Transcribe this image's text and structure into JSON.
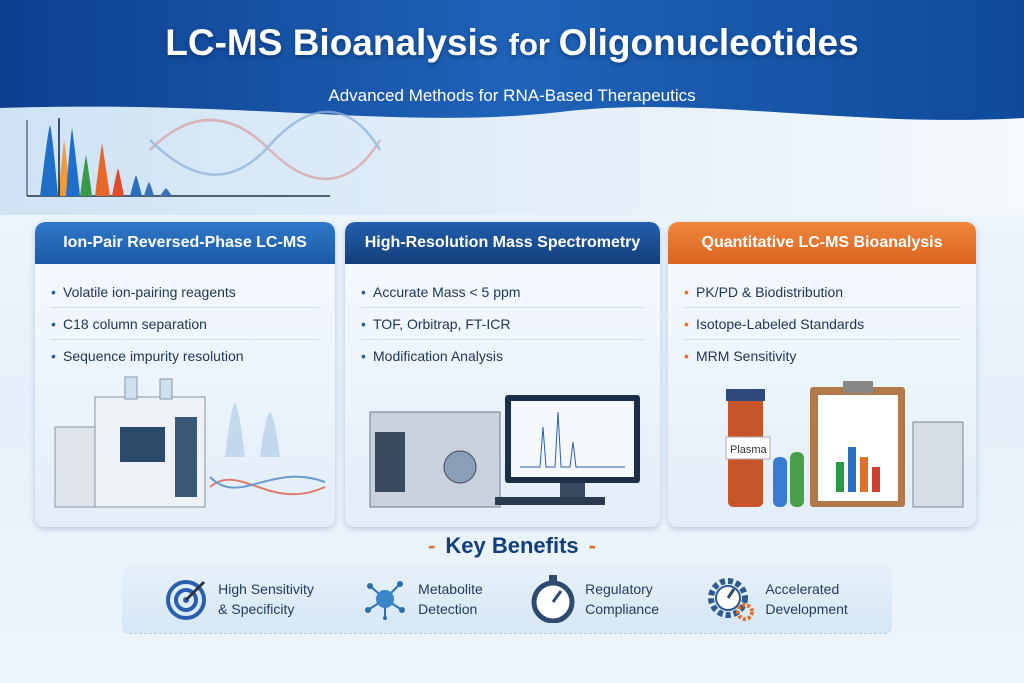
{
  "header": {
    "title_part1": "LC-MS Bioanalysis ",
    "title_part2": "for ",
    "title_part3": "Oligonucleotides",
    "subtitle": "Advanced Methods for RNA-Based Therapeutics"
  },
  "colors": {
    "primary": "#1f5fae",
    "accent": "#e0702a",
    "dark": "#143e7a"
  },
  "cards": [
    {
      "title": "Ion-Pair Reversed-Phase LC-MS",
      "bullets": [
        "Volatile ion-pairing reagents",
        "C18 column separation",
        "Sequence impurity resolution"
      ]
    },
    {
      "title": "High-Resolution Mass Spectrometry",
      "bullets": [
        "Accurate Mass < 5 ppm",
        "TOF, Orbitrap, FT-ICR",
        "Modification Analysis"
      ]
    },
    {
      "title": "Quantitative LC-MS Bioanalysis",
      "bullets": [
        "PK/PD & Biodistribution",
        "Isotope-Labeled Standards",
        "MRM Sensitivity"
      ],
      "vial_label": "Plasma"
    }
  ],
  "benefits": {
    "title": "Key Benefits",
    "items": [
      {
        "icon": "target-icon",
        "line1": "High Sensitivity",
        "line2": "& Specificity"
      },
      {
        "icon": "molecule-icon",
        "line1": "Metabolite",
        "line2": "Detection"
      },
      {
        "icon": "stopwatch-icon",
        "line1": "Regulatory",
        "line2": "Compliance"
      },
      {
        "icon": "gear-gauge-icon",
        "line1": "Accelerated",
        "line2": "Development"
      }
    ]
  }
}
